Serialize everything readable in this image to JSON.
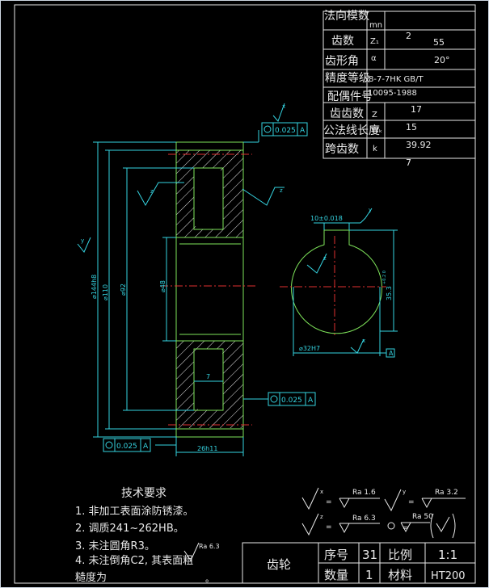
{
  "params_table": {
    "rows": [
      {
        "name": "法向模数",
        "symbol": "mn",
        "value": "2",
        "value2": ""
      },
      {
        "name": "齿数",
        "symbol": "Z₁",
        "value": "",
        "value2": "55"
      },
      {
        "name": "齿形角",
        "symbol": "α",
        "value": "",
        "value2": "20°"
      },
      {
        "name": "精度等级",
        "symbol": "",
        "value": "8-7-7HK  GB/T",
        "value2": ""
      },
      {
        "name": "配偶件号",
        "symbol": "",
        "value": "10095-1988",
        "value2": ""
      },
      {
        "name": "齿齿数",
        "symbol": "Z",
        "value": "17",
        "value2": ""
      },
      {
        "name": "公法线长度",
        "symbol": "Wₖ",
        "value": "15",
        "value2": ""
      },
      {
        "name": "跨齿数",
        "symbol": "k",
        "value": "39.92",
        "value2": ""
      }
    ],
    "footnote": "7"
  },
  "dims": {
    "od": "⌀144h8",
    "d110": "⌀110",
    "d92": "⌀92",
    "d48": "⌀48",
    "width": "26h11",
    "web": "7",
    "keyway": "10±0.018",
    "bore": "⌀32H7",
    "keydepth": "35.3",
    "keytol": "+0.2 0"
  },
  "tolerance_frames": {
    "top": {
      "value": "0.025",
      "datum": "A"
    },
    "right": {
      "value": "0.025",
      "datum": "A"
    },
    "bottom": {
      "value": "0.025",
      "datum": "A"
    },
    "datum_label": "A"
  },
  "roughness_labels": {
    "x": "x",
    "y": "y",
    "z": "z",
    "ra16": "Ra 1.6",
    "ra32": "Ra 3.2",
    "ra63": "Ra 6.3",
    "ra50": "Ra 50",
    "ra63b": "Ra 6.3"
  },
  "tech_req": {
    "title": "技术要求",
    "items": [
      "1. 非加工表面涂防锈漆。",
      "2. 调质241~262HB。",
      "3. 未注圆角R3。",
      "4. 未注倒角C2, 其表面粗",
      "糙度为"
    ]
  },
  "title_block": {
    "part_name": "齿轮",
    "seq_label": "序号",
    "seq_value": "31",
    "scale_label": "比例",
    "scale_value": "1:1",
    "qty_label": "数量",
    "qty_value": "1",
    "material_label": "材料",
    "material_value": "HT200"
  },
  "colors": {
    "frame": "#e8e8e8",
    "dim": "#35d3e0",
    "outline": "#7ee35a",
    "center": "#e0302f",
    "hatch": "#e8e8e8"
  }
}
